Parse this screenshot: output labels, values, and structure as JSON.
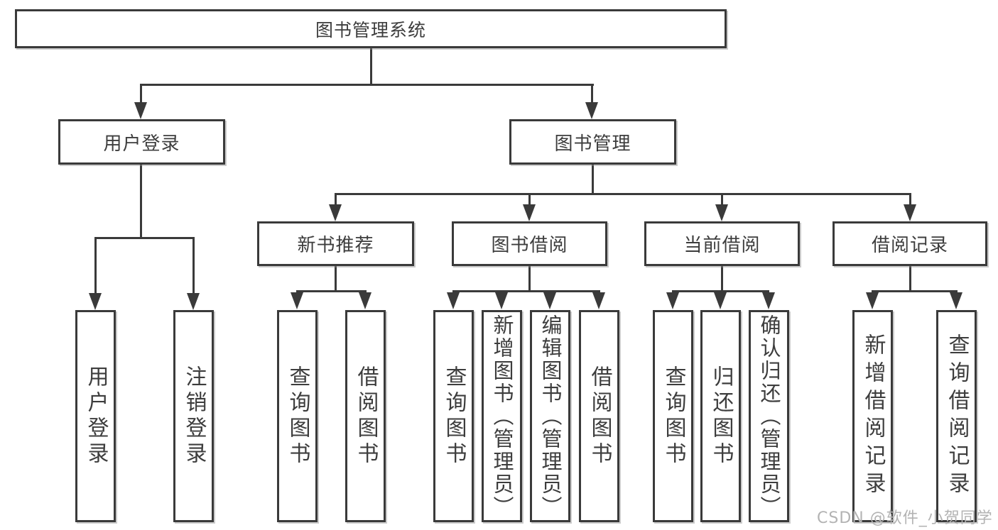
{
  "diagram_type": "hierarchy-tree",
  "tree": {
    "root": {
      "label": "图书管理系统"
    },
    "level2": [
      {
        "label": "用户登录",
        "parent": "图书管理系统"
      },
      {
        "label": "图书管理",
        "parent": "图书管理系统"
      }
    ],
    "level3": [
      {
        "label": "新书推荐",
        "parent": "图书管理"
      },
      {
        "label": "图书借阅",
        "parent": "图书管理"
      },
      {
        "label": "当前借阅",
        "parent": "图书管理"
      },
      {
        "label": "借阅记录",
        "parent": "图书管理"
      }
    ],
    "leaves": [
      {
        "label": "用户登录",
        "parent": "用户登录"
      },
      {
        "label": "注销登录",
        "parent": "用户登录"
      },
      {
        "label": "查询图书",
        "parent": "新书推荐"
      },
      {
        "label": "借阅图书",
        "parent": "新书推荐"
      },
      {
        "label": "查询图书",
        "parent": "图书借阅"
      },
      {
        "label": "新增图书（管理员）",
        "parent": "图书借阅"
      },
      {
        "label": "编辑图书（管理员）",
        "parent": "图书借阅"
      },
      {
        "label": "借阅图书",
        "parent": "图书借阅"
      },
      {
        "label": "查询图书",
        "parent": "当前借阅"
      },
      {
        "label": "归还图书",
        "parent": "当前借阅"
      },
      {
        "label": "确认归还（管理员）",
        "parent": "当前借阅"
      },
      {
        "label": "新增借阅记录",
        "parent": "借阅记录"
      },
      {
        "label": "查询借阅记录",
        "parent": "借阅记录"
      }
    ]
  },
  "watermark": "CSDN @软件_小贺同学",
  "colors": {
    "line": "#3a3a3a",
    "text": "#3d3d3d",
    "background": "#ffffff",
    "watermark": "#b3b3b3"
  }
}
